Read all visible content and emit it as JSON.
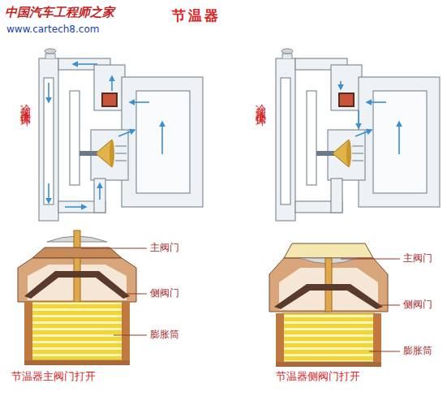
{
  "diagram": {
    "title": "节温器",
    "labels": [
      "中国汽车工程师之家",
      "www.cartech8.com",
      "冷却水大循环",
      "冷却水小循环",
      "主阀门",
      "侧阀门",
      "膨胀筒",
      "节温器主阀门打开",
      "主阀门",
      "侧阀门",
      "膨胀筒",
      "节温器侧阀门打开"
    ]
  }
}
